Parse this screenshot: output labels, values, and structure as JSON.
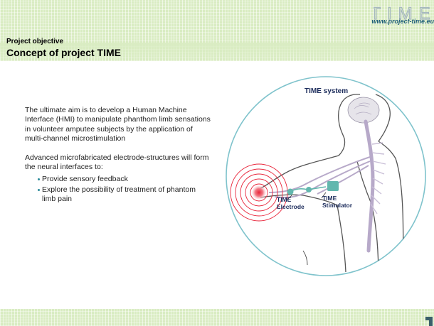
{
  "header": {
    "logo_text": "TIME",
    "url": "www.project-time.eu"
  },
  "slide": {
    "section_label": "Project objective",
    "title": "Concept of project TIME",
    "paragraph_1": "The ultimate aim is to develop a Human Machine Interface (HMI) to manipulate phanthom limb sensations in volunteer amputee subjects by the application of multi-channel microstimulation",
    "paragraph_2": "Advanced microfabricated electrode-structures will form the neural interfaces to:",
    "bullets": [
      "Provide sensory feedback",
      "Explore the possibility of treatment of phantom limb pain"
    ]
  },
  "figure": {
    "title": "TIME system",
    "electrode_label_1": "TIME",
    "electrode_label_2": "Electrode",
    "stimulator_label_1": "TIME",
    "stimulator_label_2": "Stimulator",
    "colors": {
      "circle_border": "#7fc3cc",
      "nerves": "#b7a9c9",
      "pain_focus": "#e8253a",
      "device": "#62b7ae"
    }
  },
  "colors": {
    "band": "#d9ecc2",
    "url_text": "#1f5f78",
    "bullet": "#2a8a9a"
  }
}
